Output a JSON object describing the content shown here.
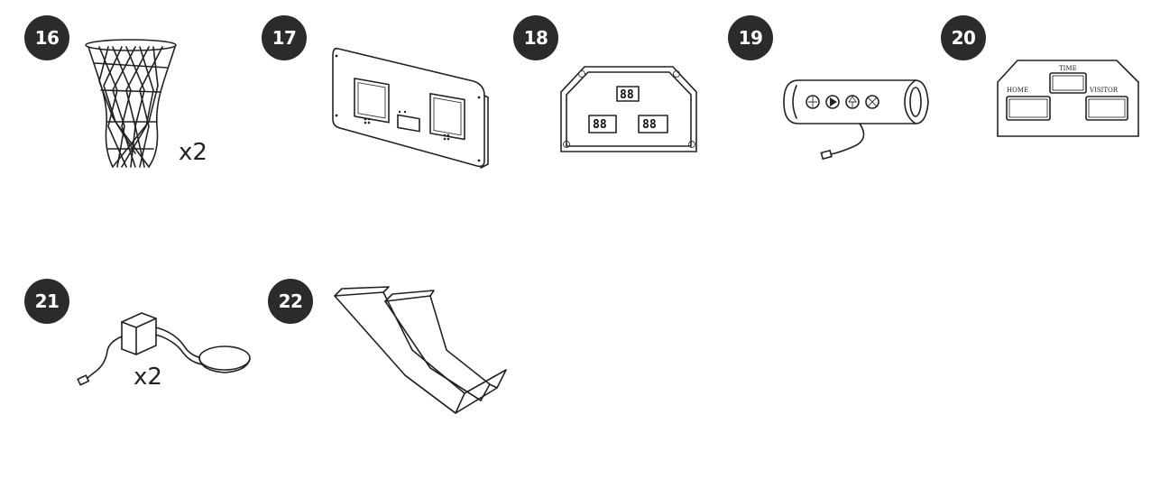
{
  "parts": [
    {
      "key": "p16",
      "number": "16",
      "quantity": "x2",
      "icon": "basketball-net-icon"
    },
    {
      "key": "p17",
      "number": "17",
      "quantity": "",
      "icon": "backboard-panel-icon"
    },
    {
      "key": "p18",
      "number": "18",
      "quantity": "",
      "icon": "scoreboard-frame-icon"
    },
    {
      "key": "p19",
      "number": "19",
      "quantity": "",
      "icon": "control-pod-icon"
    },
    {
      "key": "p20",
      "number": "20",
      "quantity": "",
      "icon": "score-overlay-icon"
    },
    {
      "key": "p21",
      "number": "21",
      "quantity": "x2",
      "icon": "sensor-pad-cable-icon"
    },
    {
      "key": "p22",
      "number": "22",
      "quantity": "",
      "icon": "ramp-net-icon"
    }
  ],
  "overlay_labels": {
    "home": "HOME",
    "time": "TIME",
    "visitor": "VISITOR"
  },
  "scoreboard_digits": {
    "top": "88",
    "left": "88",
    "right": "88"
  }
}
